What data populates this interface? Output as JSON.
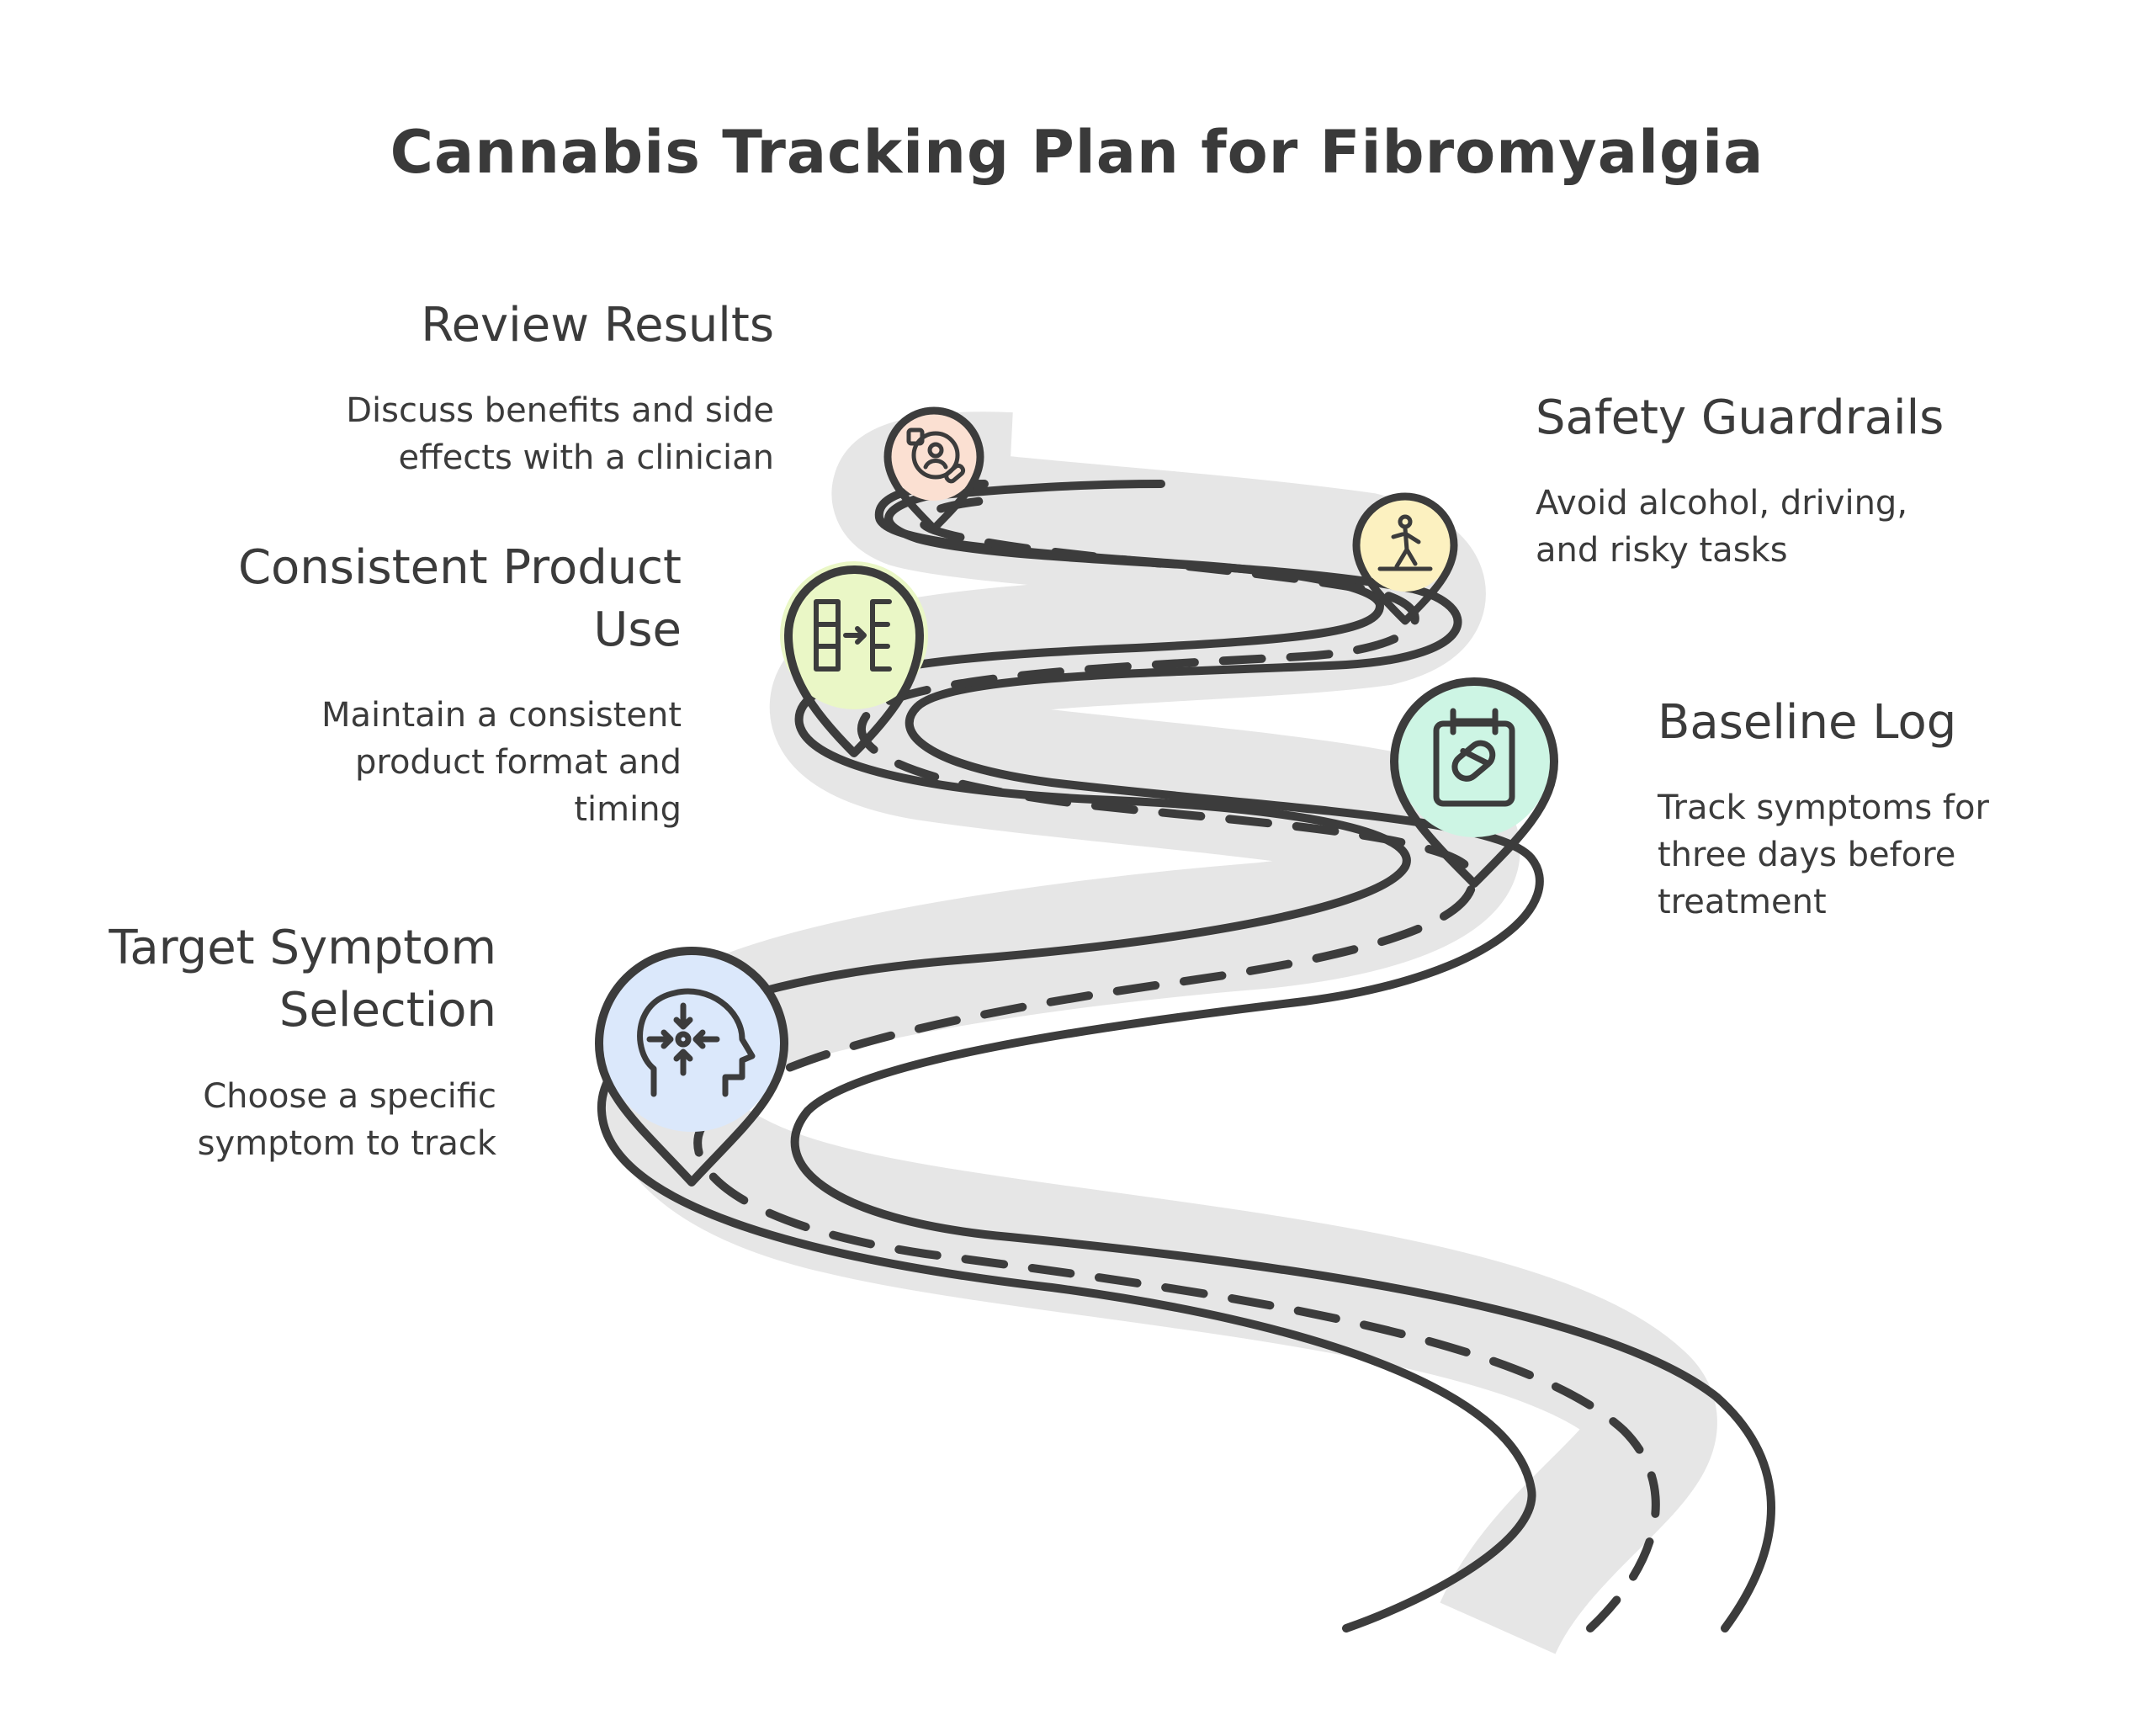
{
  "title": "Cannabis Tracking Plan for Fibromyalgia",
  "colors": {
    "road_outline": "#3c3c3c",
    "road_fill": "#e4e4e4",
    "road_dash": "#3c3c3c",
    "pin_outline": "#3c3c3c"
  },
  "steps": [
    {
      "title": "Target Symptom Selection",
      "desc": "Choose a specific symptom to track",
      "icon": "head-focus-icon",
      "color": "#dbe8fb"
    },
    {
      "title": "Baseline Log",
      "desc": "Track symptoms for three days before treatment",
      "icon": "pill-calendar-icon",
      "color": "#cdf5e4"
    },
    {
      "title": "Consistent Product Use",
      "desc": "Maintain a consistent product format and timing",
      "icon": "sort-arrange-icon",
      "color": "#eaf7c6"
    },
    {
      "title": "Safety Guardrails",
      "desc": "Avoid alcohol, driving, and risky tasks",
      "icon": "warning-figure-icon",
      "color": "#fcf1c0"
    },
    {
      "title": "Review Results",
      "desc": "Discuss benefits and side effects with a clinician",
      "icon": "clinician-review-icon",
      "color": "#fbe0d2"
    }
  ]
}
